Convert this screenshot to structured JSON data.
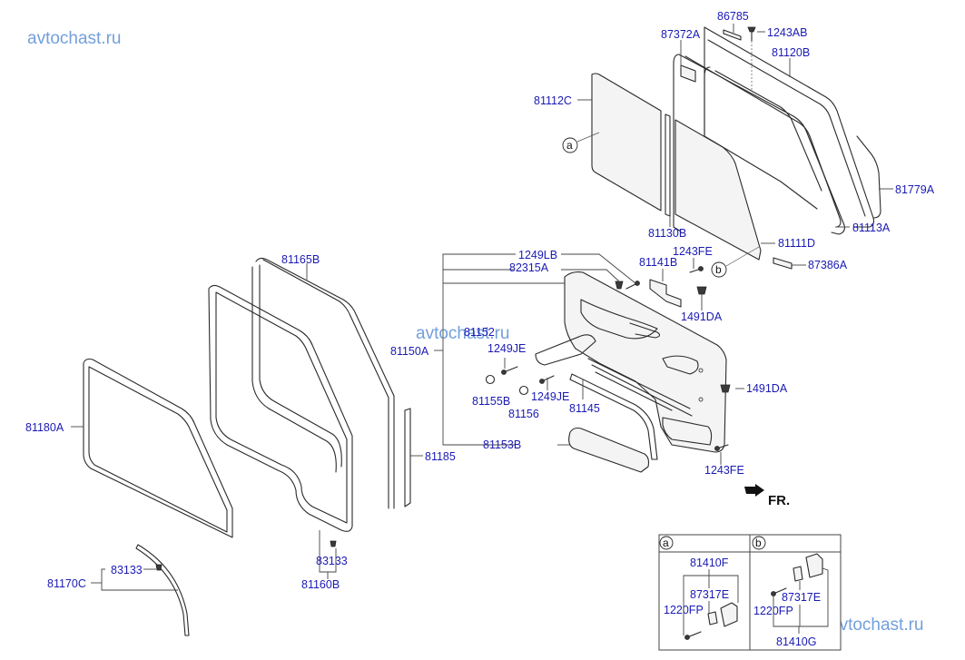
{
  "watermarks": {
    "top_left": "avtochast.ru",
    "center": "avtochast.ru",
    "bottom_right": "avtochast.ru"
  },
  "direction_marker": {
    "label": "FR.",
    "icon": "arrow-right-down-icon"
  },
  "labels": {
    "p86785": "86785",
    "p1243AB": "1243AB",
    "p87372A": "87372A",
    "p81120B": "81120B",
    "p81112C": "81112C",
    "p81779A": "81779A",
    "p81113A": "81113A",
    "p81130B": "81130B",
    "p81111D": "81111D",
    "p87386A": "87386A",
    "p1249LB": "1249LB",
    "p82315A": "82315A",
    "p81141B": "81141B",
    "p1243FE_top": "1243FE",
    "p1491DA_top": "1491DA",
    "p81152": "81152",
    "p1249JE_a": "1249JE",
    "p81150A": "81150A",
    "p81155B": "81155B",
    "p1249JE_b": "1249JE",
    "p81156": "81156",
    "p81145": "81145",
    "p1491DA_mid": "1491DA",
    "p81153B": "81153B",
    "p1243FE_bot": "1243FE",
    "p81165B": "81165B",
    "p81180A": "81180A",
    "p81185": "81185",
    "p83133_a": "83133",
    "p81160B": "81160B",
    "p83133_b": "83133",
    "p81170C": "81170C"
  },
  "callouts": {
    "a": "a",
    "b": "b"
  },
  "detail_box": {
    "panel_a": {
      "letter": "a",
      "labels": {
        "top": "81410F",
        "mid": "87317E",
        "left": "1220FP"
      }
    },
    "panel_b": {
      "letter": "b",
      "labels": {
        "mid": "87317E",
        "left": "1220FP",
        "bottom": "81410G"
      }
    }
  }
}
